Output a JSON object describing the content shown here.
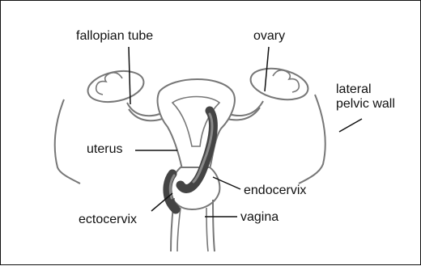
{
  "labels": {
    "fallopian_tube": "fallopian tube",
    "ovary": "ovary",
    "lateral_pelvic_wall_line1": "lateral",
    "lateral_pelvic_wall_line2": "pelvic wall",
    "uterus": "uterus",
    "endocervix": "endocervix",
    "ectocervix": "ectocervix",
    "vagina": "vagina"
  },
  "colors": {
    "outline": "#777777",
    "fill": "#ffffff",
    "highlight_dark": "#444444",
    "highlight_mid": "#8a8a8a",
    "leader": "#111111",
    "border": "#111111"
  }
}
